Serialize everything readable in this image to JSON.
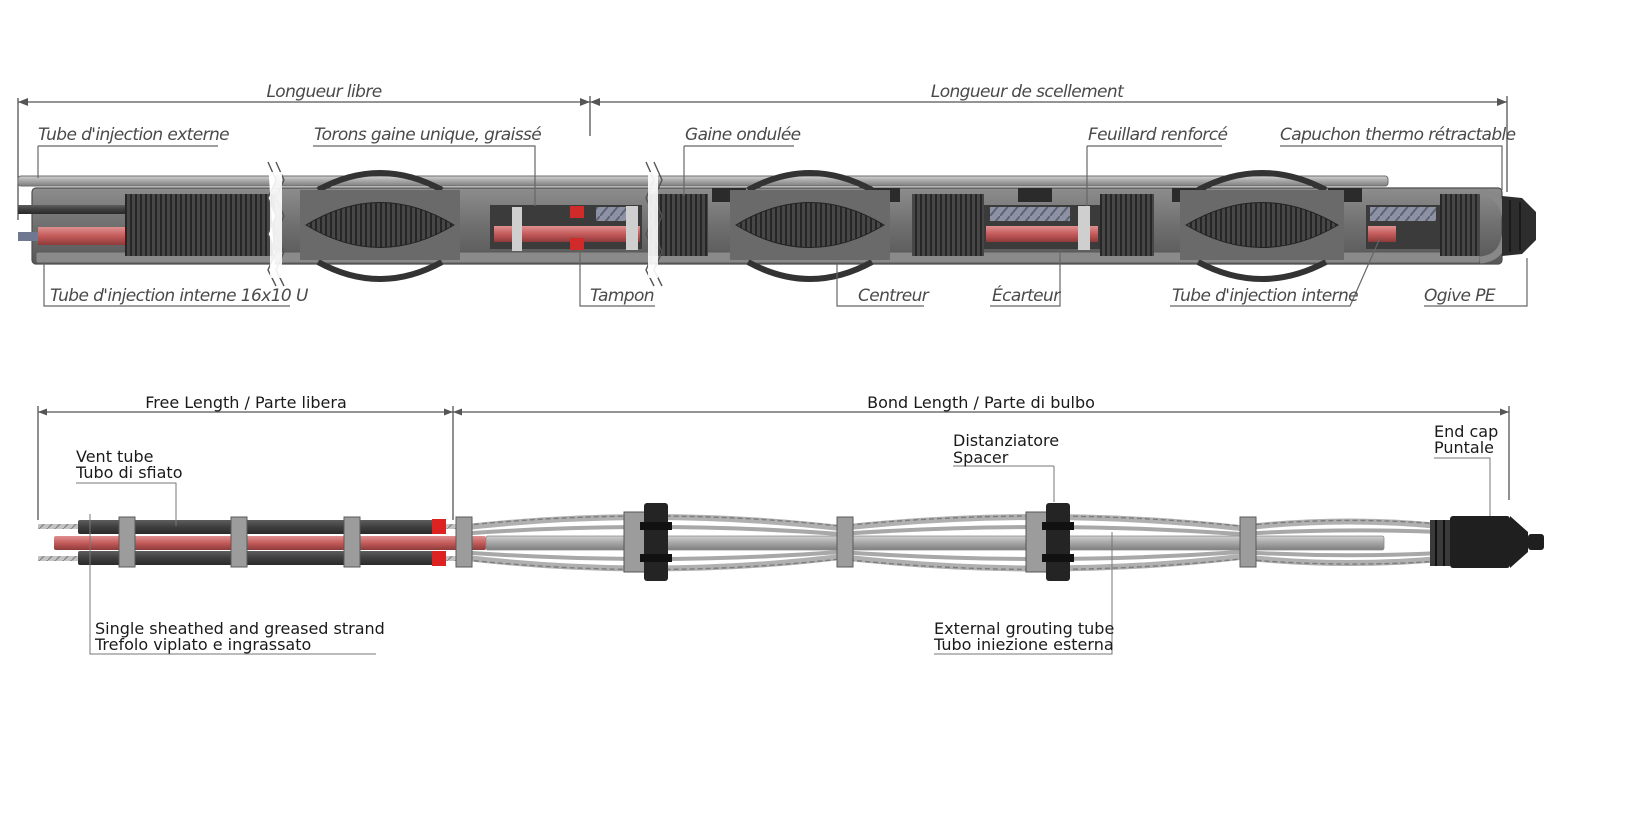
{
  "top_diagram": {
    "free_length": "Longueur libre",
    "bond_length": "Longueur de scellement",
    "labels": {
      "ext_injection_tube": "Tube d'injection externe",
      "single_sheath_strands": "Torons gaine unique, graissé",
      "corrugated_sheath": "Gaine ondulée",
      "reinforced_strap": "Feuillard renforcé",
      "heat_shrink_cap": "Capuchon thermo rétractable",
      "int_injection_tube_16x10": "Tube d'injection interne 16x10 U",
      "plug": "Tampon",
      "centralizer": "Centreur",
      "spacer": "Écarteur",
      "int_injection_tube": "Tube d'injection interne",
      "pe_nose": "Ogive PE"
    }
  },
  "bottom_diagram": {
    "free_length": "Free Length / Parte libera",
    "bond_length": "Bond Length / Parte di bulbo",
    "labels": {
      "vent_tube_en": "Vent tube",
      "vent_tube_it": "Tubo di sfiato",
      "spacer_it": "Distanziatore",
      "spacer_en": "Spacer",
      "end_cap_en": "End cap",
      "end_cap_it": "Puntale",
      "strand_en": "Single sheathed and greased strand",
      "strand_it": "Trefolo viplato e ingrassato",
      "ext_grout_en": "External grouting tube",
      "ext_grout_it": "Tubo iniezione esterna"
    }
  },
  "colors": {
    "sheath_dark": "#3f3f3f",
    "strand_red": "#c65a5a",
    "tube_grey": "#b4b4b4",
    "spacer_grey": "#9a9a9a",
    "clamp_black": "#262626"
  }
}
